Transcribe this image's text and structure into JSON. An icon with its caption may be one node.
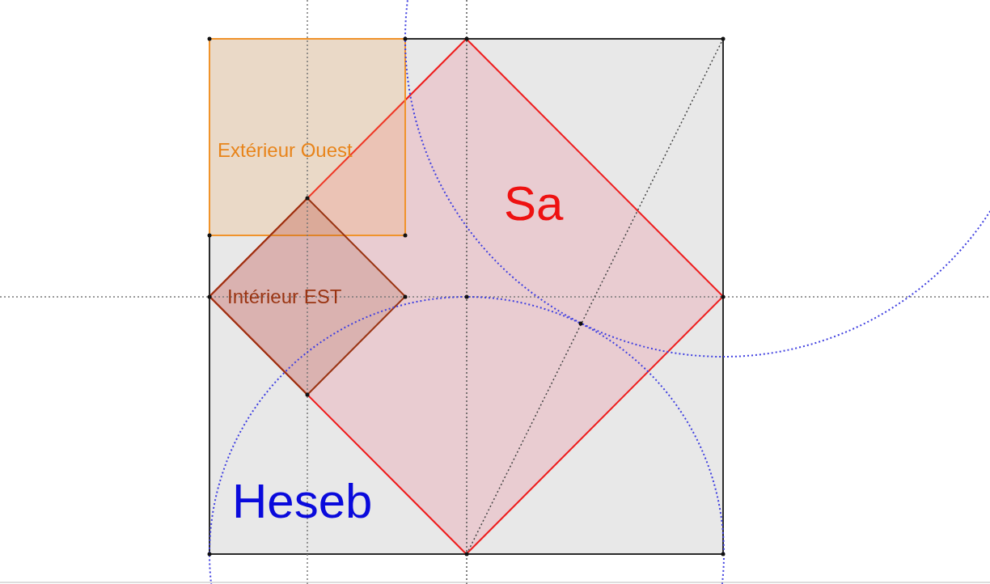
{
  "diagram": {
    "nodes": [
      {
        "text": [
          "Heseb"
        ]
      },
      {
        "text": [
          "Extérieur Ouest"
        ],
        "in": 0
      },
      {
        "text": [
          "Sa"
        ]
      },
      {
        "text": [
          "Intérieur EST"
        ],
        "in": 0
      }
    ]
  }
}
